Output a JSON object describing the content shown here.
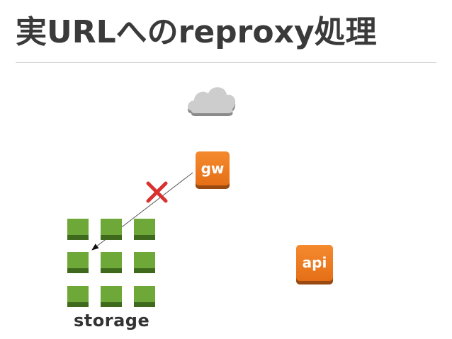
{
  "slide": {
    "title": "実URLへのreproxy処理"
  },
  "nodes": {
    "gw": {
      "label": "gw"
    },
    "api": {
      "label": "api"
    },
    "storage": {
      "label": "storage"
    }
  },
  "icons": {
    "internet": "cloud-icon",
    "blocked": "cross-icon",
    "storage_units": "storage-block-icon"
  },
  "colors": {
    "node_orange": "#f07d22",
    "storage_green": "#6ea838",
    "cloud_gray": "#c8c8c8",
    "cross_red": "#d9312e",
    "title_text": "#3a3a3a"
  }
}
